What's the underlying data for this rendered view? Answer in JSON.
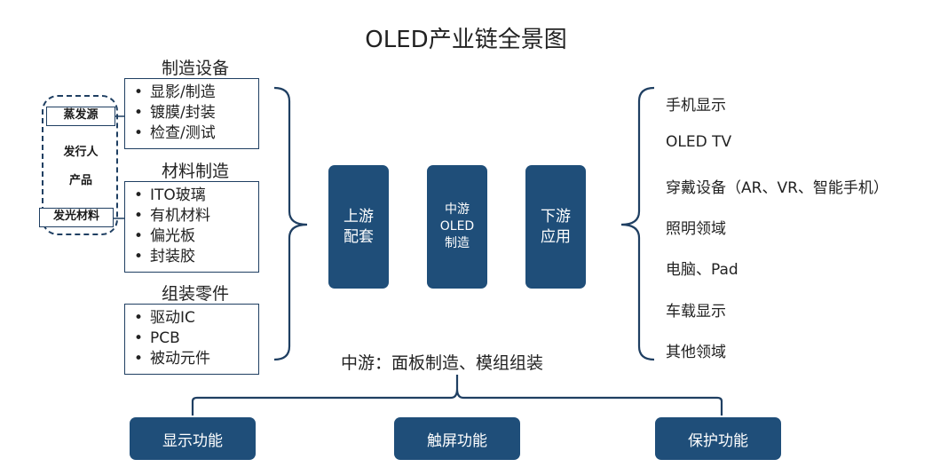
{
  "title": "OLED产业链全景图",
  "upstream": {
    "equipment": {
      "title": "制造设备",
      "items": [
        "显影/制造",
        "镀膜/封装",
        "检查/测试"
      ]
    },
    "materials": {
      "title": "材料制造",
      "items": [
        "ITO玻璃",
        "有机材料",
        "偏光板",
        "封装胶"
      ]
    },
    "parts": {
      "title": "组装零件",
      "items": [
        "驱动IC",
        "PCB",
        "被动元件"
      ]
    }
  },
  "side_group": {
    "evaporation_source": "蒸发源",
    "issuer": "发行人",
    "products": "产品",
    "light_material": "发光材料"
  },
  "stages": {
    "upstream": "上游\n配套",
    "midstream": "中游\nOLED\n制造",
    "downstream": "下游\n应用"
  },
  "applications": [
    "手机显示",
    "OLED TV",
    "穿戴设备（AR、VR、智能手机）",
    "照明领域",
    "电脑、Pad",
    "车载显示",
    "其他领域"
  ],
  "midstream_caption": "中游：面板制造、模组组装",
  "functions": [
    "显示功能",
    "触屏功能",
    "保护功能"
  ],
  "colors": {
    "primary": "#1f4e79",
    "border": "#1f3f62"
  }
}
